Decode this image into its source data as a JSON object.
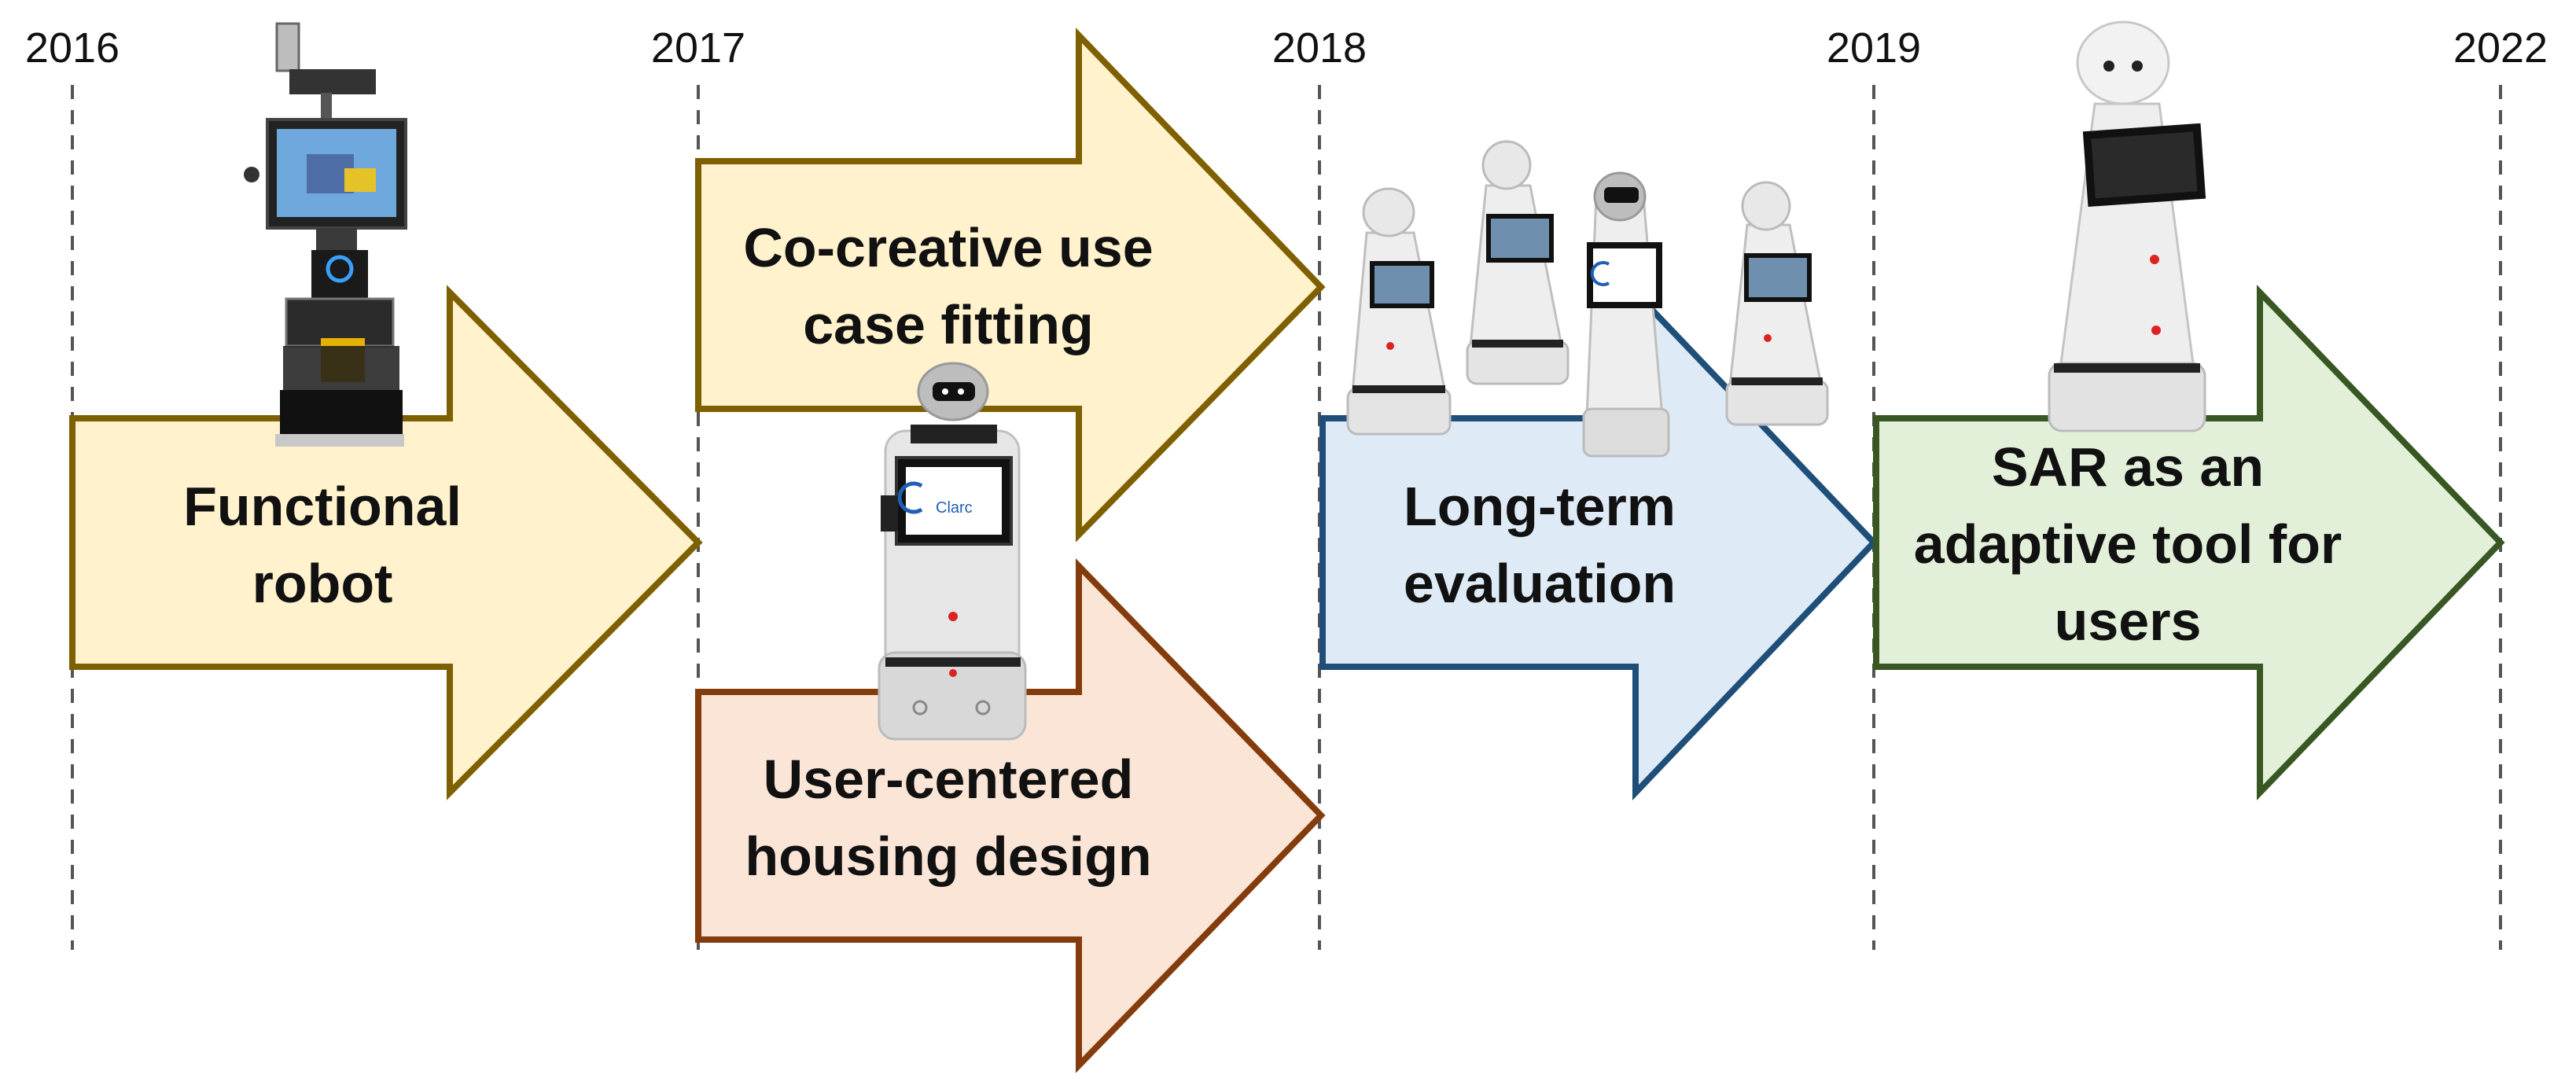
{
  "years": [
    "2016",
    "2017",
    "2018",
    "2019",
    "2022"
  ],
  "phases": [
    {
      "label": "Functional\nrobot",
      "color": "#fff2cc",
      "border": "#7f6000"
    },
    {
      "label": "Co-creative use\ncase fitting",
      "color": "#fff2cc",
      "border": "#7f6000"
    },
    {
      "label": "User-centered\nhousing design",
      "color": "#fbe5d6",
      "border": "#843c0c"
    },
    {
      "label": "Long-term\nevaluation",
      "color": "#deebf7",
      "border": "#1f4e79"
    },
    {
      "label": "SAR as an\nadaptive tool for\nusers",
      "color": "#e2f0d9",
      "border": "#385723"
    }
  ],
  "robots": {
    "functional": {
      "name": "functional-robot-prototype-image"
    },
    "clarc": {
      "name": "clarc-robot-image",
      "logo": "Clarc"
    },
    "group": {
      "name": "robot-group-image"
    },
    "sar": {
      "name": "sar-robot-image"
    }
  }
}
